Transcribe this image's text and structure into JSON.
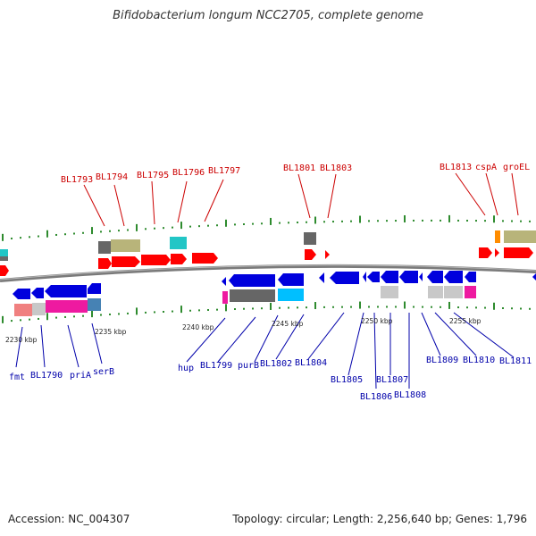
{
  "title": "Bifidobacterium longum NCC2705, complete genome",
  "footer": {
    "accession": "Accession: NC_004307",
    "summary": "Topology: circular; Length: 2,256,640 bp; Genes: 1,796"
  },
  "colors": {
    "forward_label": "#cc0000",
    "reverse_label": "#0000aa",
    "backbone": "#888888",
    "tick": "#2e8b2e"
  },
  "scale_labels": [
    "2230 kbp",
    "2235 kbp",
    "2240 kbp",
    "2245 kbp",
    "2250 kbp",
    "2255 kbp"
  ],
  "forward_labels": [
    "BL1793",
    "BL1794",
    "BL1795",
    "BL1796",
    "BL1797",
    "BL1801",
    "BL1803",
    "BL1813",
    "cspA",
    "groEL"
  ],
  "reverse_labels": [
    "fmt",
    "BL1790",
    "priA",
    "serB",
    "hup",
    "BL1799",
    "purB",
    "BL1802",
    "BL1804",
    "BL1805",
    "BL1806",
    "BL1807",
    "BL1808",
    "BL1809",
    "BL1810",
    "BL1811"
  ]
}
